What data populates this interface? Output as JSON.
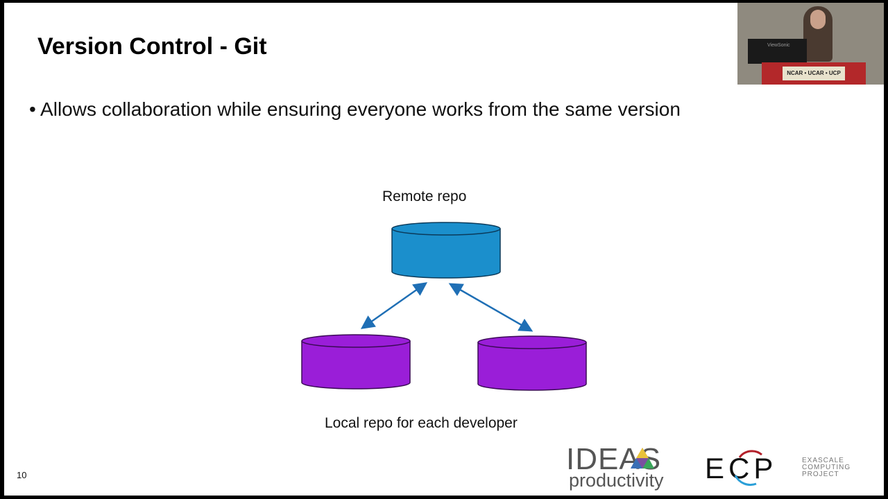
{
  "slide": {
    "title": "Version Control - Git",
    "bullet": "Allows collaboration while ensuring everyone works from the same version",
    "page_number": "10"
  },
  "diagram": {
    "remote_label": "Remote repo",
    "local_label": "Local repo for each developer",
    "remote_color": "#1b8fcc",
    "local_color": "#9a1ed8",
    "arrow_color": "#1f6fb5"
  },
  "logos": {
    "ideas_top": "IDEAS",
    "ideas_bottom": "productivity",
    "ecp_mark": "ECP",
    "ecp_text": [
      "EXASCALE",
      "COMPUTING",
      "PROJECT"
    ]
  },
  "webcam": {
    "podium_sign": "NCAR • UCAR • UCP",
    "monitor_brand": "ViewSonic"
  }
}
